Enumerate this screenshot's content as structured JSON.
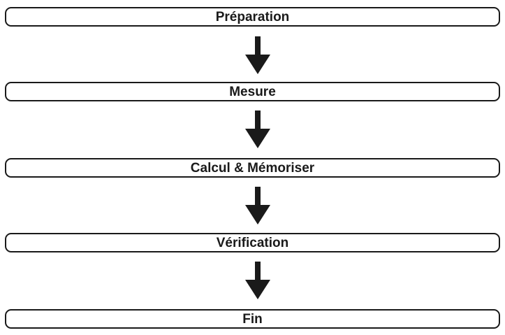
{
  "flowchart": {
    "steps": [
      {
        "label": "Préparation"
      },
      {
        "label": "Mesure"
      },
      {
        "label": "Calcul & Mémoriser"
      },
      {
        "label": "Vérification"
      },
      {
        "label": "Fin"
      }
    ],
    "colors": {
      "stroke": "#1a1a1a",
      "fill": "#ffffff",
      "arrow": "#1a1a1a"
    },
    "arrow_icon": "arrow-down-icon"
  }
}
